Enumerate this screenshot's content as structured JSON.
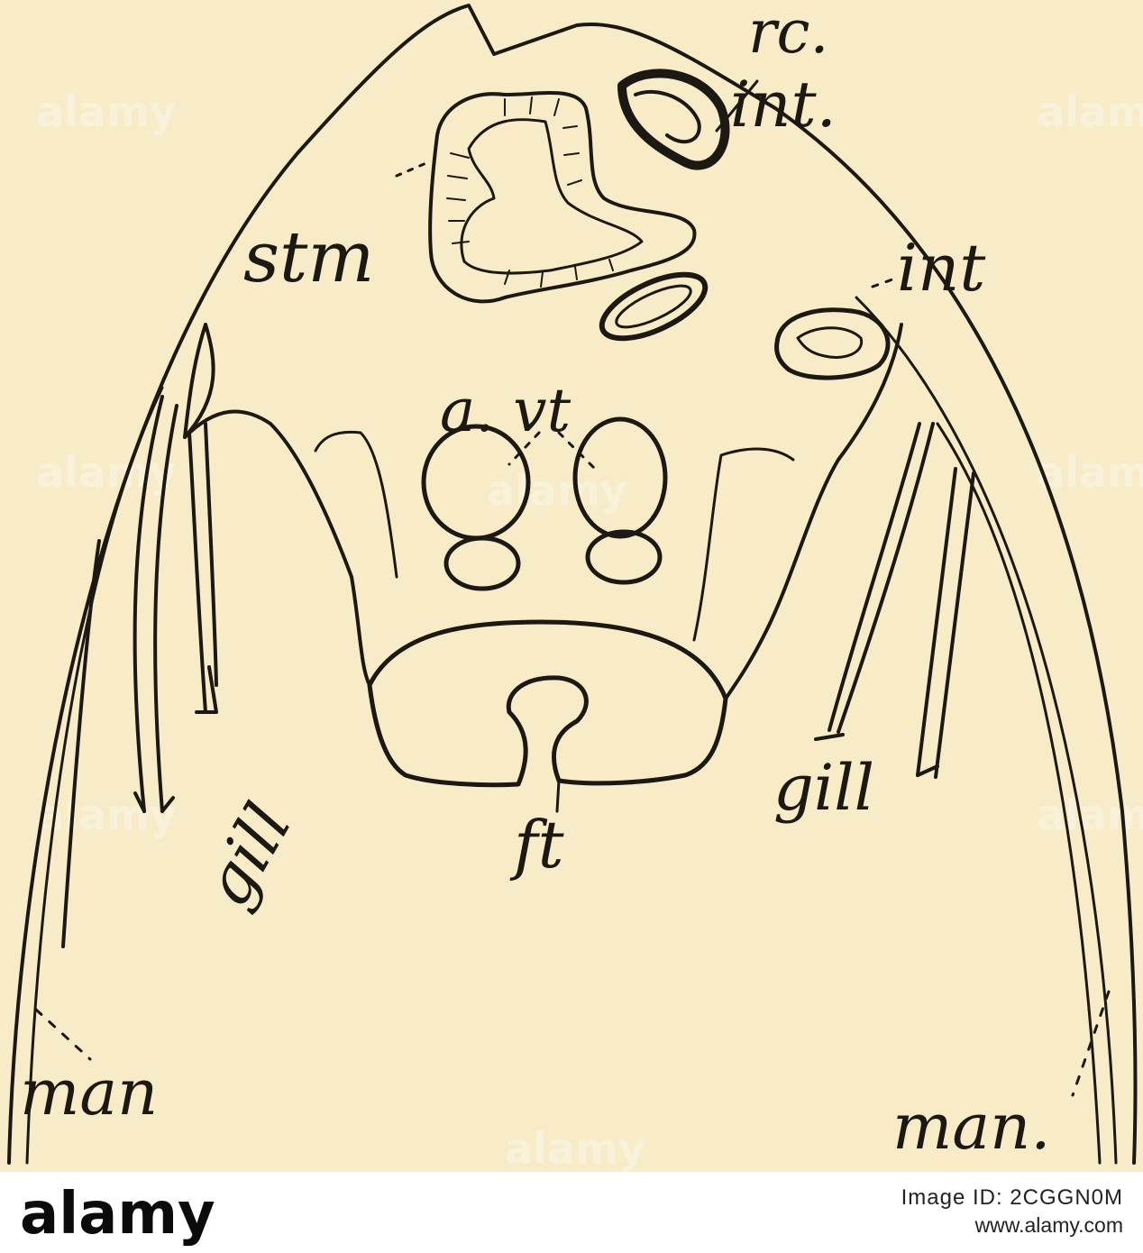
{
  "labels": {
    "rc": "rc.",
    "int_top": "int.",
    "stm": "stm",
    "int_right": "int",
    "a_vt": "a. vt",
    "gill_left": "gill",
    "gill_right": "gill",
    "ft": "ft",
    "man_left": "man",
    "man_right": "man."
  },
  "watermark": {
    "text": "alamy"
  },
  "footer": {
    "logo_text": "alamy",
    "image_id": "Image ID: 2CGGN0M",
    "site_url": "www.alamy.com"
  },
  "colors": {
    "paper": "#f7ebc8",
    "ink": "#1c1813",
    "footer_bg": "#ffffff"
  }
}
